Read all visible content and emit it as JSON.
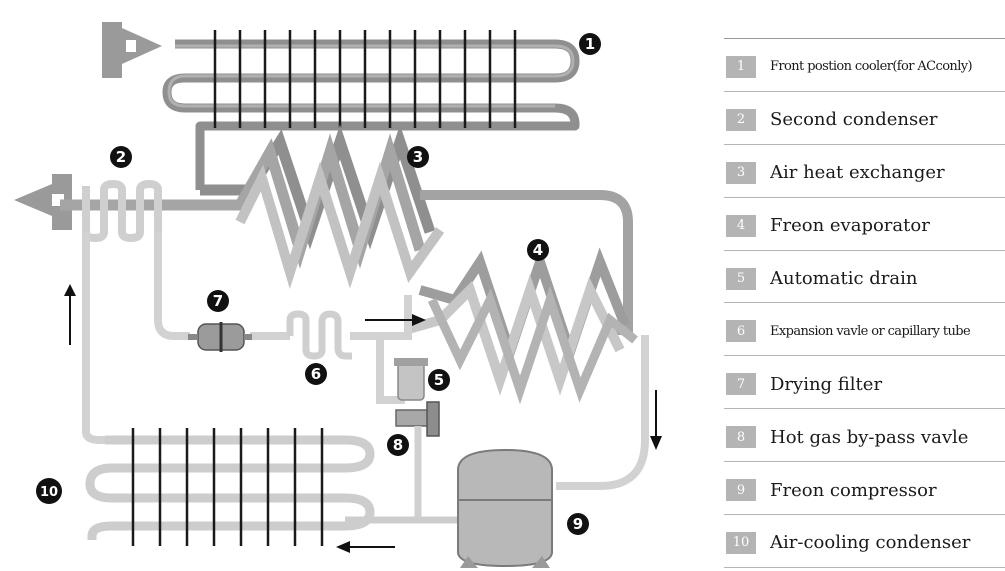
{
  "colors": {
    "dark_pipe": "#8f8f8f",
    "mid_pipe": "#a8a8a8",
    "light_pipe": "#d0d0d0",
    "fin": "#1a1a1a",
    "marker": "#111111",
    "legend_badge": "#b4b4b4"
  },
  "markers": [
    "1",
    "2",
    "3",
    "4",
    "5",
    "6",
    "7",
    "8",
    "9",
    "10"
  ],
  "legend": [
    {
      "num": "1",
      "label": "Front postion cooler(for ACconly)"
    },
    {
      "num": "2",
      "label": "Second condenser"
    },
    {
      "num": "3",
      "label": "Air heat exchanger"
    },
    {
      "num": "4",
      "label": "Freon evaporator"
    },
    {
      "num": "5",
      "label": "Automatic drain"
    },
    {
      "num": "6",
      "label": "Expansion vavle or capillary tube"
    },
    {
      "num": "7",
      "label": "Drying filter"
    },
    {
      "num": "8",
      "label": "Hot gas by-pass vavle"
    },
    {
      "num": "9",
      "label": "Freon compressor"
    },
    {
      "num": "10",
      "label": "Air-cooling condenser"
    }
  ]
}
